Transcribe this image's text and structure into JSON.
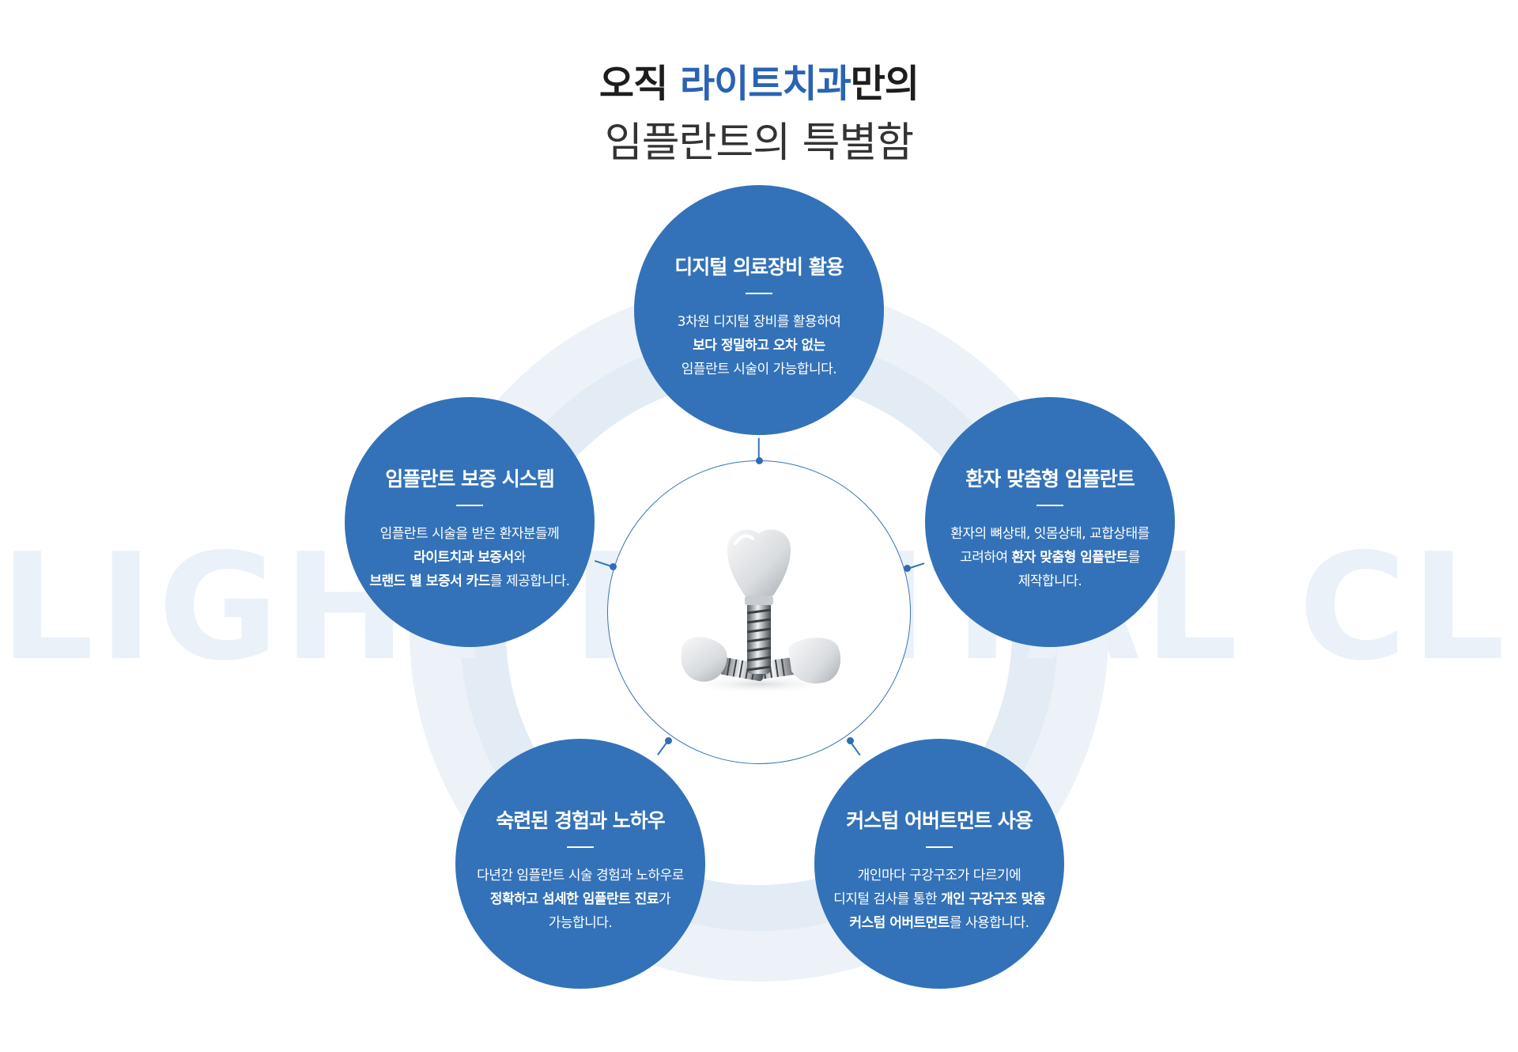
{
  "header": {
    "line1_prefix": "오직 ",
    "line1_highlight": "라이트치과",
    "line1_suffix": "만의",
    "line2": "임플란트의 특별함"
  },
  "watermark": "LIGHT DENTAL CLINIC",
  "colors": {
    "accent": "#3372b8",
    "highlight": "#2a63b3",
    "ring_light": "#edf2f8",
    "watermark": "#eaf1f8"
  },
  "features": {
    "top": {
      "title": "디지털 의료장비 활용",
      "line1": "3차원 디지털 장비를 활용하여",
      "line2_bold": "보다 정밀하고 오차 없는",
      "line3": "임플란트 시술이 가능합니다."
    },
    "right": {
      "title": "환자 맞춤형 임플란트",
      "line1": "환자의 뼈상태, 잇몸상태, 교합상태를",
      "line2_pre": "고려하여 ",
      "line2_bold": "환자 맞춤형 임플란트",
      "line2_post": "를",
      "line3": "제작합니다."
    },
    "left": {
      "title": "임플란트 보증 시스템",
      "line1": "임플란트 시술을 받은 환자분들께",
      "line2_bold": "라이트치과 보증서",
      "line2_post": "와",
      "line3_bold": "브랜드 별 보증서 카드",
      "line3_post": "를 제공합니다."
    },
    "bottom_left": {
      "title": "숙련된 경험과 노하우",
      "line1": "다년간 임플란트 시술 경험과 노하우로",
      "line2_bold": "정확하고 섬세한 임플란트 진료",
      "line2_post": "가",
      "line3": "가능합니다."
    },
    "bottom_right": {
      "title": "커스텀 어버트먼트 사용",
      "line1": "개인마다 구강구조가 다르기에",
      "line2_pre": "디지털 검사를 통한 ",
      "line2_bold": "개인 구강구조 맞춤",
      "line3_bold": "커스텀 어버트먼트",
      "line3_post": "를 사용합니다."
    }
  },
  "center_image": "dental-implant-illustration"
}
